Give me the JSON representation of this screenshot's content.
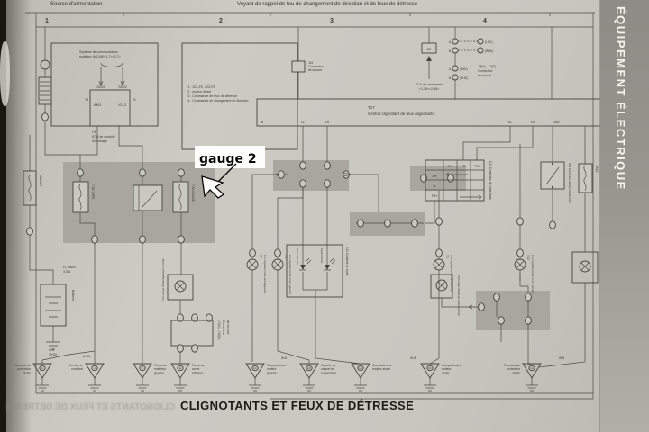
{
  "page": {
    "sidebar_title": "ÉQUIPEMENT ÉLECTRIQUE",
    "bottom_title": "CLIGNOTANTS ET FEUX DE DÉTRESSE",
    "bleed_text": "CLIGNOTANTS ET FEUX DE DÉTRESSE"
  },
  "annotation": {
    "label": "gauge 2"
  },
  "header": {
    "left_title": "Source d'alimentation",
    "right_title": "Voyant de rappel de feu de changement de direction et de feux de détresse",
    "s1": "1",
    "s2": "2",
    "s3": "3",
    "s4": "4"
  },
  "notes": {
    "n1": "*1 : 1ZZ-FE, 3ZZ-FE",
    "n2": "*2 : moteur diesel",
    "n3": "*3 : Commande de feux de détresse",
    "n4": "*4 : Commande de changement de direction"
  },
  "mcan": {
    "l1": "Système de communication",
    "l2": "multiplex (MCAN)<1-7><2-7>"
  },
  "ecu_ign": {
    "tag": "I 8",
    "l1": "ECU de contrôle",
    "l2": "d'allumage",
    "am1": "AM1",
    "ig12": "IG12",
    "s1": "S2001",
    "s2": "S2002",
    "n33": "33",
    "n24": "24"
  },
  "j16": {
    "l1": "J16",
    "l2": "Connecteur",
    "l3": "de raccord"
  },
  "body_ecu": {
    "box": "B2",
    "l1": "ECU de carrosserie",
    "l2": "<1-18><2-18>"
  },
  "j8": {
    "a": "A",
    "b": "B",
    "lhd": "(LHD)",
    "rhd": "(RHD)",
    "l1": "J 8(A) , J 2(B)",
    "l2": "Connecteur",
    "l3": "de raccord"
  },
  "t17": {
    "tag": "T17",
    "name": "Central clignotant de feux clignotants",
    "b": "B",
    "ll": "LL",
    "lr": "LR",
    "el": "EL",
    "er": "ER",
    "gnd": "GND"
  },
  "comb": {
    "c1": "RL",
    "c2": "TB",
    "c3": "TN",
    "r1": "LH",
    "r2": "N",
    "r3": "RH",
    "side": "C15  Contacteur de clignotants"
  },
  "hazard": {
    "side": "C13  Contacteur de feux de détresse"
  },
  "cluster": {
    "side": "C14  Combiné de bord",
    "left": "Voyant gauche",
    "right": "Voyant droite"
  },
  "fuses": {
    "turn": "7.5A TURN",
    "gauge": "7.5A GAUGE",
    "alt": "100A ALT",
    "haz": "HAZ"
  },
  "power": {
    "fl1": "FL MAIN",
    "fl2": "3.0W",
    "battery": "Batterie"
  },
  "boxed": {
    "t13": "T13  Lampe d'éclairage avant centrale",
    "p14": "P14  Lampe d'éclairage arrière centrale"
  },
  "j9": {
    "l1": "J 9(A) , J 10(B)",
    "l2": "Connecteur",
    "l3": "de raccord"
  },
  "wires": {
    "wb": "W-B",
    "rhd": "(RHD)",
    "lhd": "(LHD)"
  },
  "lamps": [
    {
      "tag": "T7",
      "label": "Feu clignotant (côté avant gauche)"
    },
    {
      "tag": "T8",
      "label": "Feu clignotant (côté arrière gauche)"
    },
    {
      "tag": "T9",
      "label": "Feu clignotant (côté avant droite)"
    },
    {
      "tag": "T10",
      "label": "Feu clignotant (côté arrière droite)"
    }
  ],
  "grounds": [
    {
      "code": "IA",
      "label": "Panneau de protection droite"
    },
    {
      "code": "IJ",
      "label": "Derrière le combiné"
    },
    {
      "code": "IF",
      "label": "Panneau extérieur gauche"
    },
    {
      "code": "IE",
      "label": "Panneau avant intérieur gauche"
    },
    {
      "code": "EC",
      "label": "Compartiment moteur gauche"
    },
    {
      "code": "EB",
      "label": "Gauche de caisse de suspension"
    },
    {
      "code": "EA",
      "label": "Compartiment moteur avant"
    },
    {
      "code": "ED",
      "label": "Compartiment moteur droite"
    },
    {
      "code": "EE",
      "label": "Panneau de protection droite"
    }
  ]
}
